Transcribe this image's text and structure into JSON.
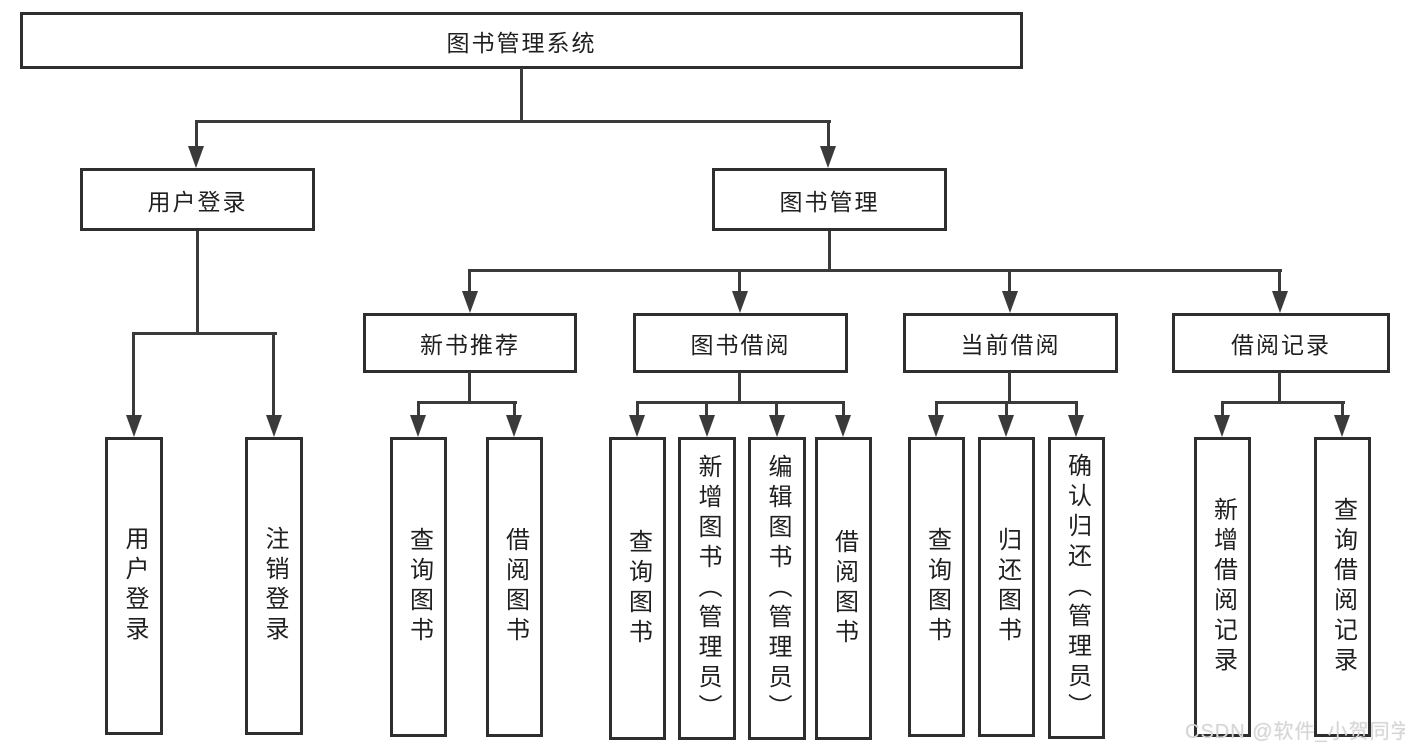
{
  "colors": {
    "line": "#3a3a3a",
    "box_border": "#2e2e2e",
    "text": "#1f1f1f",
    "background": "#ffffff",
    "watermark": "#d6d6d6"
  },
  "nodes": {
    "root": {
      "label": "图书管理系统"
    },
    "user_login": {
      "label": "用户登录"
    },
    "book_mgmt": {
      "label": "图书管理"
    },
    "new_book_rec": {
      "label": "新书推荐"
    },
    "book_borrow": {
      "label": "图书借阅"
    },
    "current_borrow": {
      "label": "当前借阅"
    },
    "borrow_records": {
      "label": "借阅记录"
    },
    "leaves_user_login": [
      {
        "label": "用户登录"
      },
      {
        "label": "注销登录"
      }
    ],
    "leaves_new_book_rec": [
      {
        "label": "查询图书"
      },
      {
        "label": "借阅图书"
      }
    ],
    "leaves_book_borrow": [
      {
        "label": "查询图书"
      },
      {
        "label": "新增图书（管理员）"
      },
      {
        "label": "编辑图书（管理员）"
      },
      {
        "label": "借阅图书"
      }
    ],
    "leaves_current_borrow": [
      {
        "label": "查询图书"
      },
      {
        "label": "归还图书"
      },
      {
        "label": "确认归还（管理员）"
      }
    ],
    "leaves_borrow_records": [
      {
        "label": "新增借阅记录"
      },
      {
        "label": "查询借阅记录"
      }
    ]
  },
  "watermark": {
    "text": "CSDN @软件_小贺同学"
  }
}
